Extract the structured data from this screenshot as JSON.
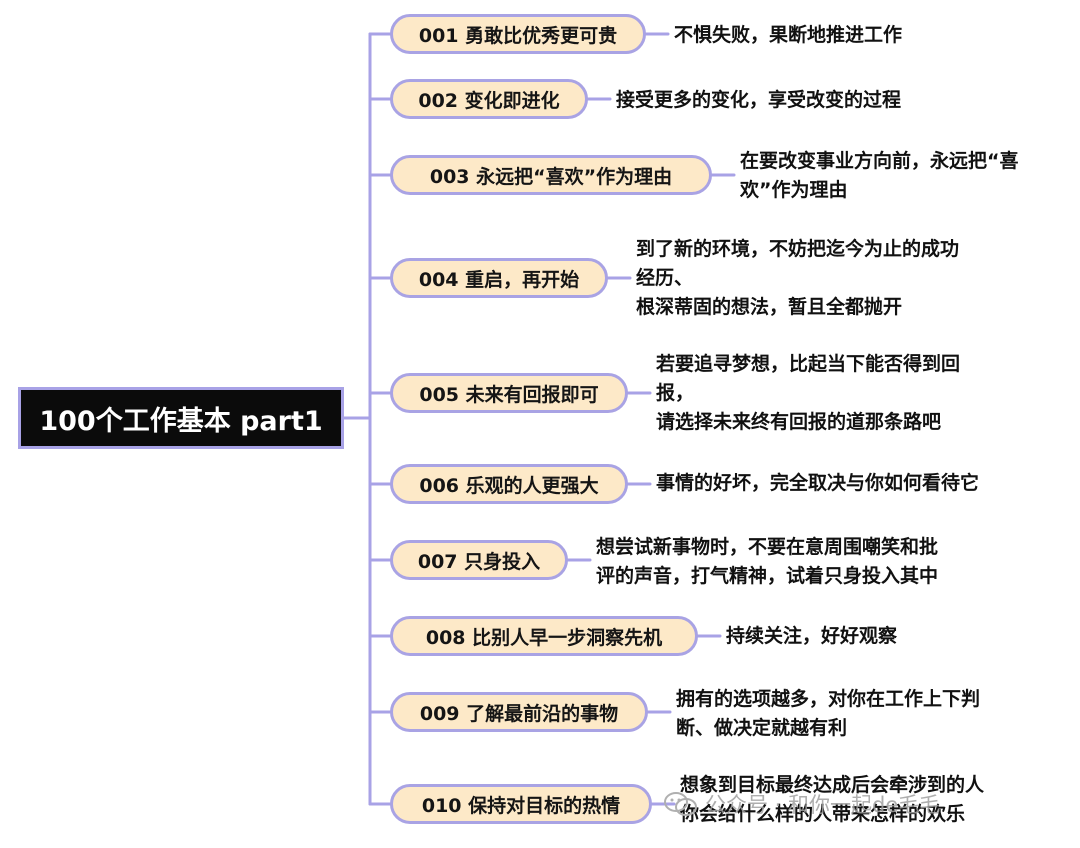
{
  "root": {
    "label": "100个工作基本 part1"
  },
  "items": [
    {
      "title": "001 勇敢比优秀更可贵",
      "desc": [
        "不惧失败，果断地推进工作"
      ]
    },
    {
      "title": "002 变化即进化",
      "desc": [
        "接受更多的变化，享受改变的过程"
      ]
    },
    {
      "title": "003 永远把“喜欢”作为理由",
      "desc": [
        "在要改变事业方向前，永远把“喜",
        "欢”作为理由"
      ]
    },
    {
      "title": "004 重启，再开始",
      "desc": [
        "到了新的环境，不妨把迄今为止的成功",
        "经历、",
        "根深蒂固的想法，暂且全都抛开"
      ]
    },
    {
      "title": "005 未来有回报即可",
      "desc": [
        "若要追寻梦想，比起当下能否得到回",
        "报，",
        "请选择未来终有回报的道那条路吧"
      ]
    },
    {
      "title": "006 乐观的人更强大",
      "desc": [
        "事情的好坏，完全取决与你如何看待它"
      ]
    },
    {
      "title": "007 只身投入",
      "desc": [
        "想尝试新事物时，不要在意周围嘲笑和批",
        "评的声音，打气精神，试着只身投入其中"
      ]
    },
    {
      "title": "008  比别人早一步洞察先机",
      "desc": [
        "持续关注，好好观察"
      ]
    },
    {
      "title": "009 了解最前沿的事物",
      "desc": [
        "拥有的选项越多，对你在工作上下判",
        "断、做决定就越有利"
      ]
    },
    {
      "title": "010 保持对目标的热情",
      "desc": [
        "想象到目标最终达成后会牵涉到的人",
        "你会给什么样的人带来怎样的欢乐"
      ]
    }
  ],
  "watermark": {
    "text": "公众号 · 和你一起de毛毛",
    "icon": "wechat-icon"
  },
  "colors": {
    "connector": "#a8a2e6",
    "node_fill": "#fde9c8",
    "root_fill": "#0b0b0b"
  }
}
